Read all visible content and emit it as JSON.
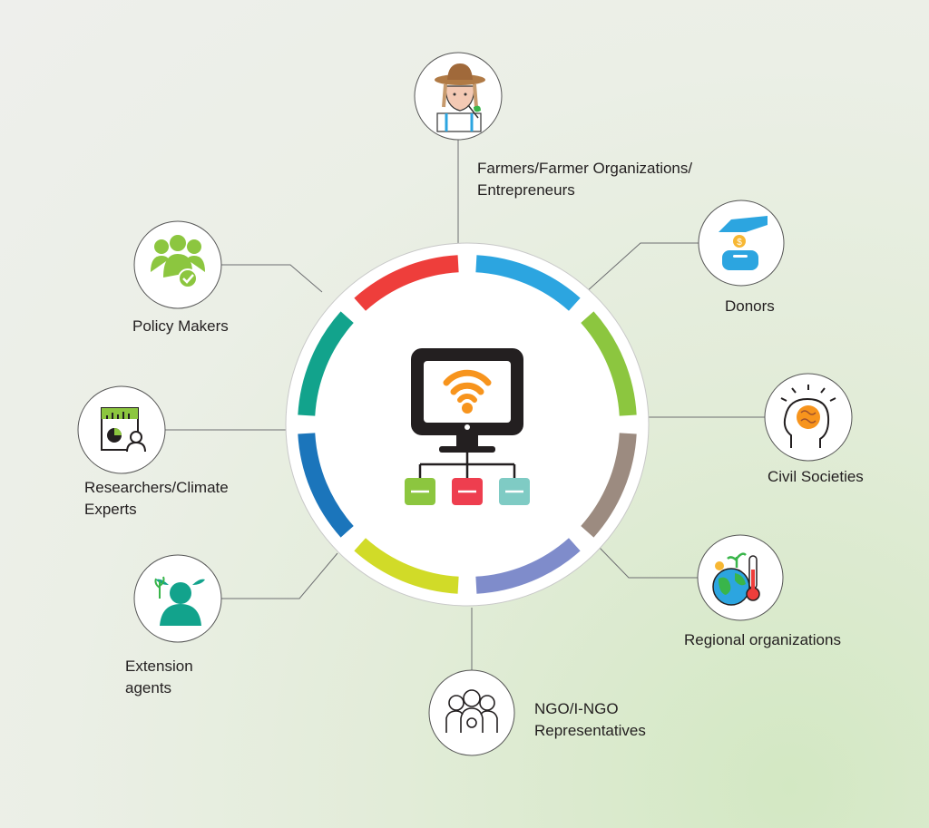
{
  "center": {
    "icon": "monitor-network-icon"
  },
  "stakeholders": [
    {
      "id": "farmers",
      "label": "Farmers/Farmer Organizations/\nEntrepreneurs",
      "icon": "farmer-icon"
    },
    {
      "id": "donors",
      "label": "Donors",
      "icon": "donation-icon"
    },
    {
      "id": "civil",
      "label": "Civil Societies",
      "icon": "brain-head-icon"
    },
    {
      "id": "regional",
      "label": "Regional organizations",
      "icon": "globe-thermometer-icon"
    },
    {
      "id": "ngo",
      "label": "NGO/I-NGO\nRepresentatives",
      "icon": "group-people-icon"
    },
    {
      "id": "extension",
      "label": "Extension\nagents",
      "icon": "agent-plant-icon"
    },
    {
      "id": "researchers",
      "label": "Researchers/Climate\nExperts",
      "icon": "chart-researcher-icon"
    },
    {
      "id": "policy",
      "label": "Policy Makers",
      "icon": "people-check-icon"
    }
  ],
  "ring_colors": [
    "#2ca5e0",
    "#8cc63f",
    "#9c8b80",
    "#7f8ccb",
    "#d1db28",
    "#1b75bb",
    "#12a38c",
    "#ee3e3b"
  ],
  "center_colors": {
    "monitor": "#231f20",
    "wifi": "#f7941d",
    "box1": "#8cc63f",
    "box2": "#ee3e4f",
    "box3": "#7fcbc4"
  }
}
